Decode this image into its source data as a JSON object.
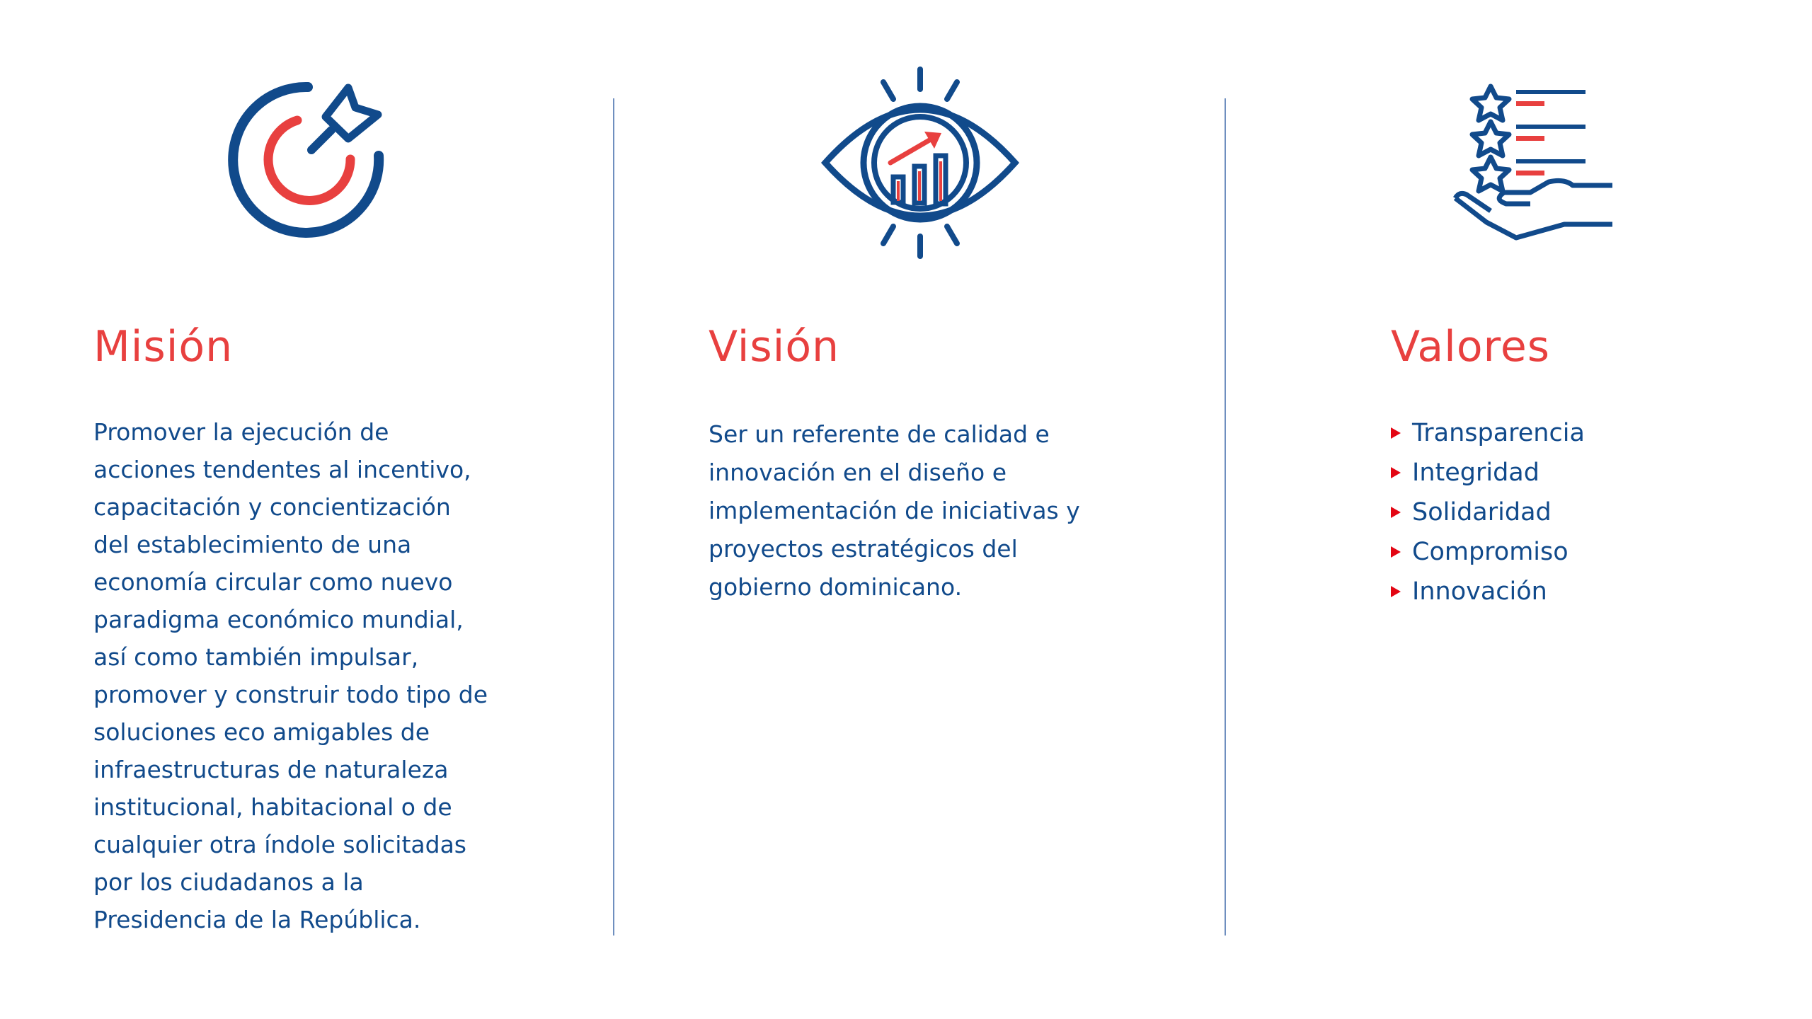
{
  "colors": {
    "blue": "#114a8b",
    "red": "#e8403f",
    "divider": "#6f8fbf"
  },
  "mision": {
    "icon": "target-dart-icon",
    "title": "Misión",
    "lines": [
      "Promover la ejecución de",
      "acciones tendentes al incentivo,",
      "capacitación y concientización",
      "del establecimiento de una",
      "economía circular como nuevo",
      "paradigma económico mundial,",
      "así como también impulsar,",
      "promover y construir todo tipo de",
      "soluciones eco amigables de",
      "infraestructuras de naturaleza",
      "institucional, habitacional o de",
      "cualquier otra índole solicitadas",
      "por los ciudadanos a la",
      "Presidencia de la República."
    ]
  },
  "vision": {
    "icon": "eye-chart-icon",
    "title": "Visión",
    "lines": [
      "Ser un referente de calidad e",
      "innovación en el diseño e",
      "implementación de iniciativas y",
      "proyectos estratégicos del",
      "gobierno dominicano."
    ]
  },
  "valores": {
    "icon": "hand-stars-list-icon",
    "title": "Valores",
    "items": [
      "Transparencia",
      "Integridad",
      "Solidaridad",
      "Compromiso",
      "Innovación"
    ]
  }
}
